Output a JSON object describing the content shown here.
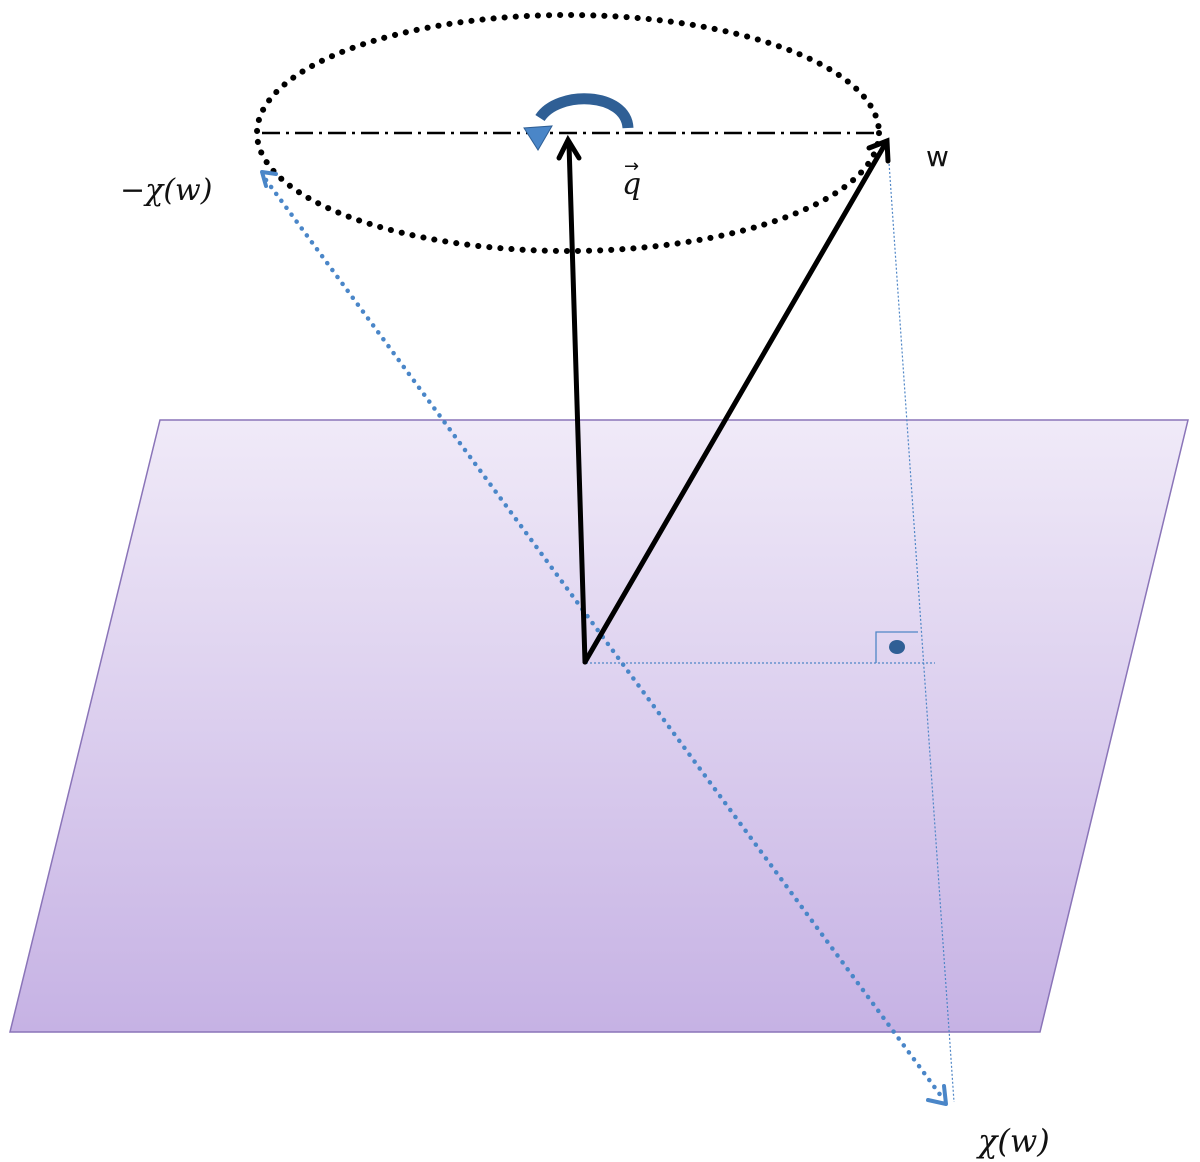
{
  "labels": {
    "neg_chi_w": "−χ(w)",
    "q_vec": "q",
    "q_arrow": "→",
    "w": "w",
    "chi_w": "χ(w)"
  },
  "colors": {
    "plane_top": "#f0eaf8",
    "plane_bottom": "#c6b2e4",
    "plane_border": "#8a74b8",
    "vector": "#000000",
    "projection": "#4a86c8",
    "projection_thin": "#4f86c6",
    "rotation_arrow": "#2f5f95",
    "ellipse": "#000000"
  }
}
